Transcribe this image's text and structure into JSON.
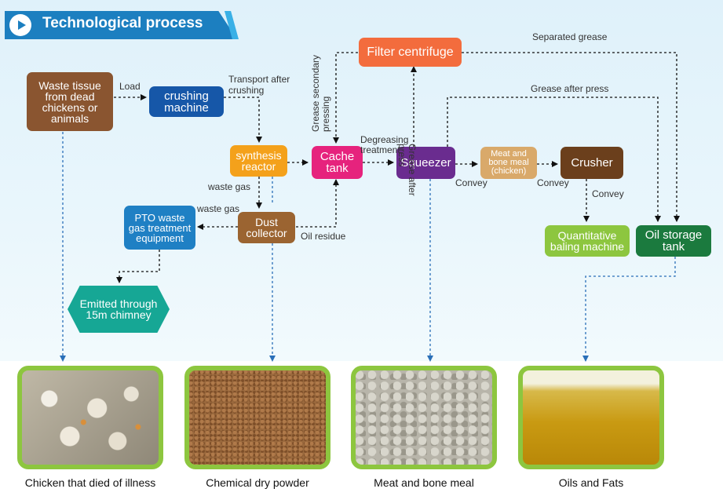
{
  "title": "Technological process",
  "nodes": {
    "waste_tissue": "Waste tissue from dead chickens or animals",
    "crushing": "crushing machine",
    "synthesis": "synthesis reactor",
    "dust": "Dust collector",
    "pto": "PTO waste gas treatment equipment",
    "chimney": "Emitted through 15m chimney",
    "cache": "Cache tank",
    "filter": "Filter centrifuge",
    "squeezer": "Squeezer",
    "meat_bone": "Meat and bone meal (chicken)",
    "crusher": "Crusher",
    "baling": "Quantitative baling machine",
    "oil_tank": "Oil storage tank"
  },
  "labels": {
    "load": "Load",
    "transport": "Transport after crushing",
    "waste_gas_1": "waste gas",
    "waste_gas_2": "waste gas",
    "oil_residue": "Oil residue",
    "degreasing": "Degreasing treatment",
    "grease_secondary": "Grease secondary pressing",
    "grease_after_press_v": "Grease after press",
    "separated_grease": "Separated grease",
    "grease_after_press": "Grease after press",
    "convey_1": "Convey",
    "convey_2": "Convey",
    "convey_3": "Convey"
  },
  "products": [
    {
      "caption": "Chicken that died of illness"
    },
    {
      "caption": "Chemical dry powder"
    },
    {
      "caption": "Meat and bone meal"
    },
    {
      "caption": "Oils and Fats"
    }
  ],
  "colors": {
    "title": "#1c7fc0",
    "waste_tissue": "#8a5530",
    "crushing": "#1657a8",
    "synthesis": "#f4a11b",
    "dust": "#9b6431",
    "pto": "#1f80c4",
    "chimney": "#16a795",
    "cache": "#e6237d",
    "filter": "#f36c3d",
    "squeezer": "#6a2c8f",
    "meat_bone": "#d9a96a",
    "crusher": "#6b3f1c",
    "baling": "#8dc63f",
    "oil_tank": "#1b7a3e",
    "photo_border": "#8dc63f"
  }
}
